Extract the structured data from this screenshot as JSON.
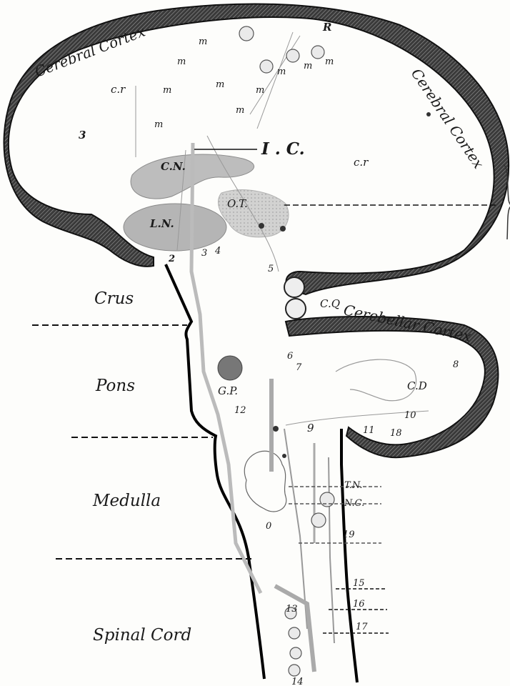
{
  "regions": {
    "crus": "Crus",
    "pons": "Pons",
    "medulla": "Medulla",
    "spinal_cord": "Spinal Cord"
  },
  "cortex_labels": {
    "cerebral_left": "Cerebral Cortex",
    "cerebral_right": "Cerebral Cortex",
    "cerebellar": "Cerebellar Cortex"
  },
  "structures": {
    "R": "R",
    "IC": "I . C.",
    "CN": "C.N.",
    "LN": "L.N.",
    "OT": "O.T.",
    "CQ": "C.Q",
    "GP": "G.P.",
    "CD": "C.D",
    "TN": "T.N.",
    "NC": "N.C.",
    "cr1": "c.r",
    "cr2": "c.r"
  },
  "m_labels": [
    "m",
    "m",
    "m",
    "m",
    "m",
    "m",
    "m",
    "m",
    "m",
    "m"
  ],
  "numbers": {
    "n0": "0",
    "n2": "2",
    "n3a": "3",
    "n3b": "3",
    "n4": "4",
    "n5": "5",
    "n6": "6",
    "n7": "7",
    "n8": "8",
    "n9": "9",
    "n10": "10",
    "n11": "11",
    "n12": "12",
    "n13": "13",
    "n14": "14",
    "n15": "15",
    "n16": "16",
    "n17": "17",
    "n18": "18",
    "n19": "19"
  }
}
